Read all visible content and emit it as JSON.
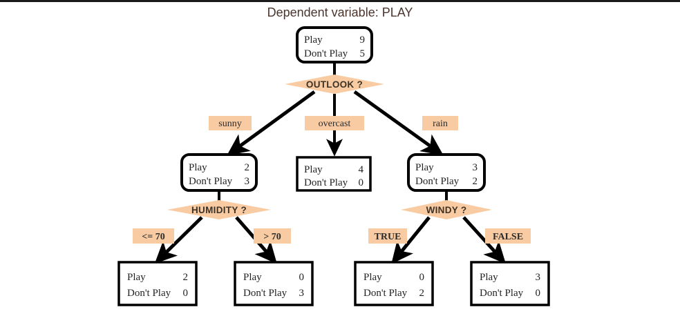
{
  "title": "Dependent variable: PLAY",
  "colors": {
    "label_fill": "#f8cba2",
    "diamond_fill": "#f8cba2",
    "node_stroke": "#000000",
    "title_color": "#4a342c",
    "decision_text_color": "#3d3226",
    "background": "#ffffff"
  },
  "labels": {
    "play": "Play",
    "dont_play": "Don't Play"
  },
  "root": {
    "id": "root-node",
    "play": "9",
    "dont_play": "5"
  },
  "decisions": [
    {
      "id": "outlook",
      "label": "OUTLOOK ?"
    },
    {
      "id": "humidity",
      "label": "HUMIDITY ?"
    },
    {
      "id": "windy",
      "label": "WINDY ?"
    }
  ],
  "edges": [
    {
      "id": "edge-sunny",
      "label": "sunny",
      "bold": false
    },
    {
      "id": "edge-overcast",
      "label": "overcast",
      "bold": false
    },
    {
      "id": "edge-rain",
      "label": "rain",
      "bold": false
    },
    {
      "id": "edge-lte70",
      "label": "<= 70",
      "bold": true
    },
    {
      "id": "edge-gt70",
      "label": "> 70",
      "bold": true
    },
    {
      "id": "edge-true",
      "label": "TRUE",
      "bold": true
    },
    {
      "id": "edge-false",
      "label": "FALSE",
      "bold": true
    }
  ],
  "level2": [
    {
      "id": "node-sunny",
      "play": "2",
      "dont_play": "3",
      "rounded": true
    },
    {
      "id": "node-overcast",
      "play": "4",
      "dont_play": "0",
      "rounded": false
    },
    {
      "id": "node-rain",
      "play": "3",
      "dont_play": "2",
      "rounded": true
    }
  ],
  "level3": [
    {
      "id": "leaf-humidity-lte70",
      "play": "2",
      "dont_play": "0"
    },
    {
      "id": "leaf-humidity-gt70",
      "play": "0",
      "dont_play": "3"
    },
    {
      "id": "leaf-windy-true",
      "play": "0",
      "dont_play": "2"
    },
    {
      "id": "leaf-windy-false",
      "play": "3",
      "dont_play": "0"
    }
  ],
  "chart_data": {
    "type": "tree",
    "title": "Dependent variable: PLAY",
    "target": "PLAY",
    "classes": [
      "Play",
      "Don't Play"
    ],
    "root": {
      "attribute": "OUTLOOK",
      "counts": {
        "Play": 9,
        "Don't Play": 5
      }
    },
    "nodes": [
      {
        "id": "root",
        "counts": {
          "Play": 9,
          "Don't Play": 5
        },
        "split_on": "OUTLOOK ?",
        "parent": null,
        "edge_label": null
      },
      {
        "id": "sunny",
        "counts": {
          "Play": 2,
          "Don't Play": 3
        },
        "split_on": "HUMIDITY ?",
        "parent": "root",
        "edge_label": "sunny"
      },
      {
        "id": "overcast",
        "counts": {
          "Play": 4,
          "Don't Play": 0
        },
        "split_on": null,
        "parent": "root",
        "edge_label": "overcast"
      },
      {
        "id": "rain",
        "counts": {
          "Play": 3,
          "Don't Play": 2
        },
        "split_on": "WINDY ?",
        "parent": "root",
        "edge_label": "rain"
      },
      {
        "id": "humidity-lte70",
        "counts": {
          "Play": 2,
          "Don't Play": 0
        },
        "split_on": null,
        "parent": "sunny",
        "edge_label": "<= 70"
      },
      {
        "id": "humidity-gt70",
        "counts": {
          "Play": 0,
          "Don't Play": 3
        },
        "split_on": null,
        "parent": "sunny",
        "edge_label": "> 70"
      },
      {
        "id": "windy-true",
        "counts": {
          "Play": 0,
          "Don't Play": 2
        },
        "split_on": null,
        "parent": "rain",
        "edge_label": "TRUE"
      },
      {
        "id": "windy-false",
        "counts": {
          "Play": 3,
          "Don't Play": 0
        },
        "split_on": null,
        "parent": "rain",
        "edge_label": "FALSE"
      }
    ]
  }
}
